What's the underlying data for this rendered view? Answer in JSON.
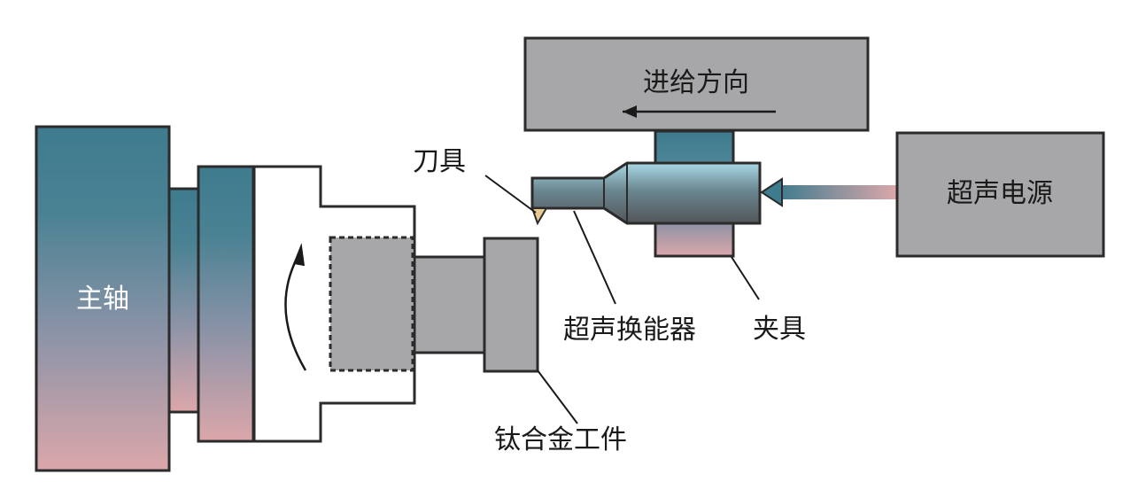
{
  "labels": {
    "spindle": "主轴",
    "feed_direction": "进给方向",
    "tool": "刀具",
    "ultrasonic_power": "超声电源",
    "transducer": "超声换能器",
    "fixture": "夹具",
    "workpiece": "钛合金工件"
  },
  "colors": {
    "teal": "#3e7b8e",
    "pink": "#dba7aa",
    "gray": "#a7a6a9",
    "outline": "#2b2b2b",
    "tool_tip": "#e8c98f"
  }
}
